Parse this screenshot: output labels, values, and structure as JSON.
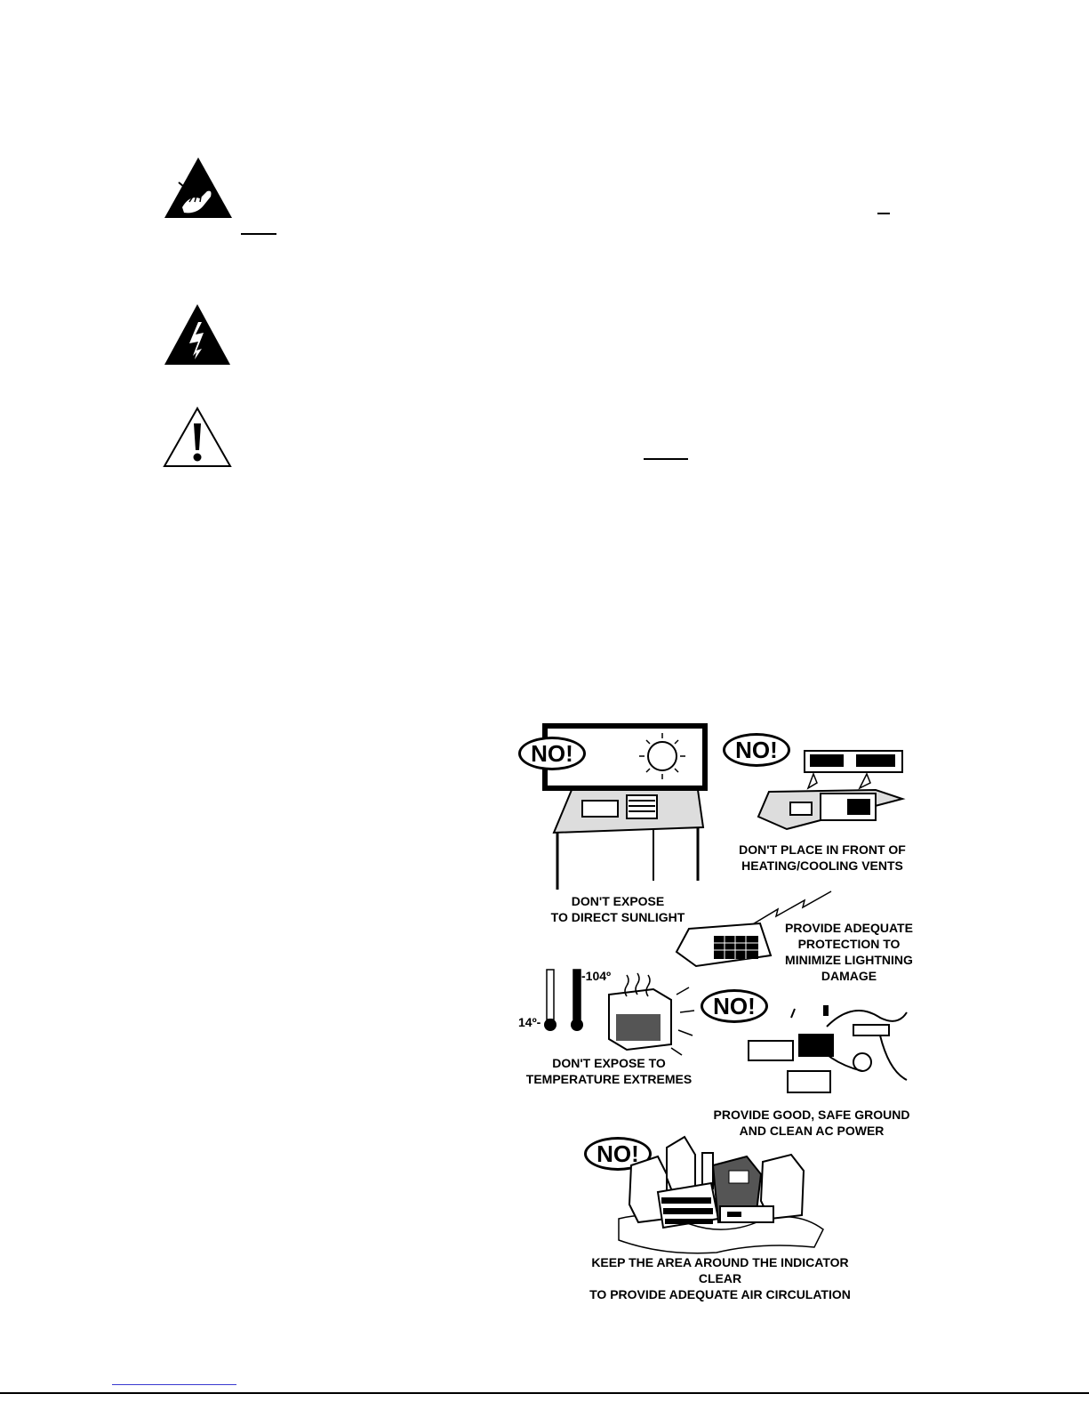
{
  "illustration": {
    "no_badges": [
      "NO!",
      "NO!",
      "NO!",
      "NO!"
    ],
    "captions": {
      "sunlight": [
        "DON'T EXPOSE",
        "TO DIRECT SUNLIGHT"
      ],
      "vents": [
        "DON'T PLACE IN FRONT OF",
        "HEATING/COOLING VENTS"
      ],
      "lightning": [
        "PROVIDE ADEQUATE",
        "PROTECTION TO",
        "MINIMIZE LIGHTNING",
        "DAMAGE"
      ],
      "temperature": [
        "DON'T EXPOSE TO",
        "TEMPERATURE EXTREMES"
      ],
      "ground": [
        "PROVIDE GOOD, SAFE GROUND",
        "AND CLEAN AC POWER"
      ],
      "air": [
        "KEEP THE AREA AROUND THE  INDICATOR",
        "CLEAR",
        "TO PROVIDE ADEQUATE AIR CIRCULATION"
      ]
    },
    "thermometer_low": "14º-",
    "thermometer_high": "-104º"
  },
  "icons": [
    "esd-warning-icon",
    "electric-shock-warning-icon",
    "caution-exclamation-icon"
  ],
  "colors": {
    "ink": "#000000",
    "footer_rule": "#3a3ad0"
  }
}
